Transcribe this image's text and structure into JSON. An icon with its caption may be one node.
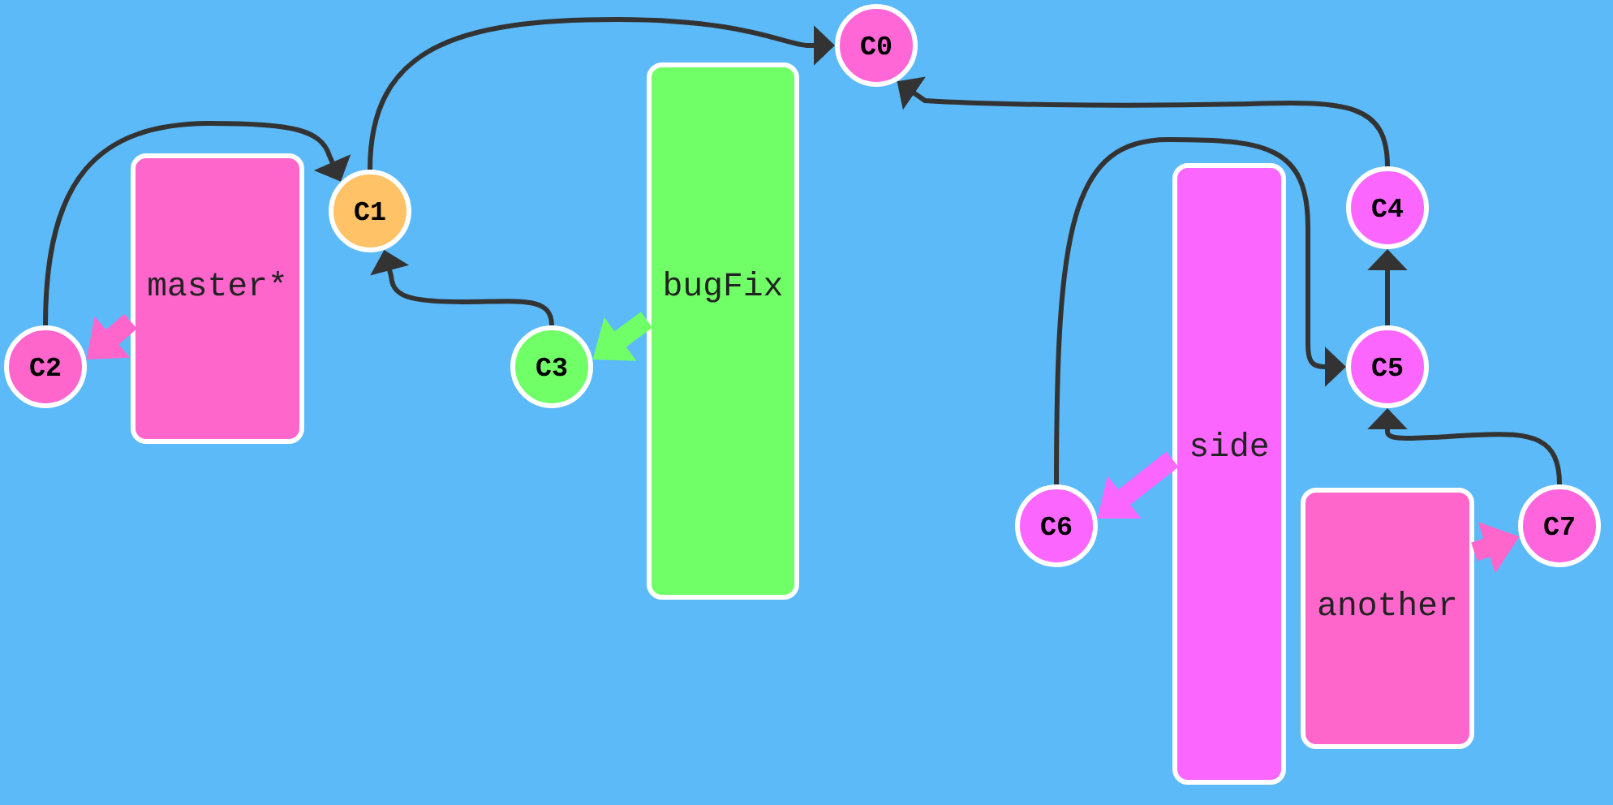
{
  "diagram": {
    "nodes": [
      {
        "text": [
          "C0"
        ]
      },
      {
        "text": [
          "C1"
        ]
      },
      {
        "text": [
          "C2"
        ]
      },
      {
        "text": [
          "C3"
        ]
      },
      {
        "text": [
          "C4"
        ]
      },
      {
        "text": [
          "C5"
        ]
      },
      {
        "text": [
          "C6"
        ]
      },
      {
        "text": [
          "C7"
        ]
      },
      {
        "text": [
          "master*"
        ]
      },
      {
        "text": [
          "bugFix"
        ]
      },
      {
        "text": [
          "side"
        ]
      },
      {
        "text": [
          "another"
        ]
      }
    ],
    "edges": [
      {
        "from": 1,
        "to": 0,
        "arrow": "to"
      },
      {
        "from": 2,
        "to": 1,
        "arrow": "to"
      },
      {
        "from": 3,
        "to": 1,
        "arrow": "to"
      },
      {
        "from": 4,
        "to": 0,
        "arrow": "to"
      },
      {
        "from": 5,
        "to": 4,
        "arrow": "to"
      },
      {
        "from": 6,
        "to": 5,
        "arrow": "to"
      },
      {
        "from": 7,
        "to": 5,
        "arrow": "to"
      },
      {
        "from": 8,
        "to": 2,
        "arrow": "to",
        "style": "thick",
        "color": "#ff66cc"
      },
      {
        "from": 9,
        "to": 3,
        "arrow": "to",
        "style": "thick",
        "color": "#70ff66"
      },
      {
        "from": 10,
        "to": 6,
        "arrow": "to",
        "style": "thick",
        "color": "#fb66ff"
      },
      {
        "from": 11,
        "to": 7,
        "arrow": "to",
        "style": "thick",
        "color": "#ff66cc"
      }
    ]
  }
}
